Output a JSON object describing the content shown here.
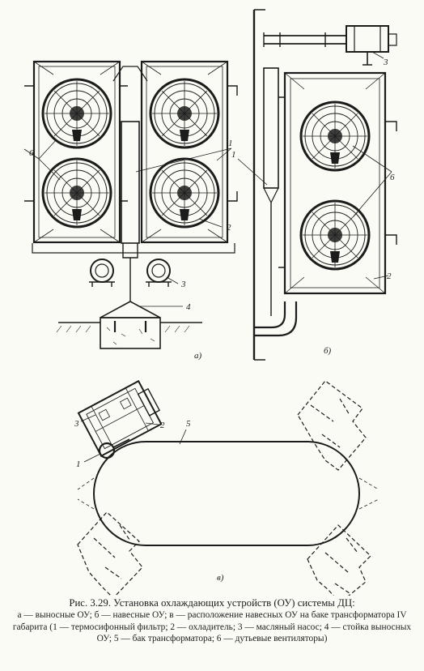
{
  "figure": {
    "panels": {
      "a": {
        "marker": "а)",
        "labels": [
          "6",
          "1",
          "2",
          "3",
          "4"
        ]
      },
      "b": {
        "marker": "б)",
        "labels": [
          "3",
          "1",
          "6",
          "2"
        ]
      },
      "c": {
        "marker": "в)",
        "labels": [
          "3",
          "2",
          "5",
          "1"
        ]
      }
    }
  },
  "caption": {
    "title": "Рис. 3.29. Установка охлаждающих устройств (ОУ) системы ДЦ:",
    "body": "а — выносные ОУ; б — навесные ОУ; в — расположение навесных ОУ на баке трансформатора IV габарита (1 — термосифонный фильтр; 2 — охладитель; 3 — масляный насос; 4 — стойка выносных ОУ; 5 — бак трансформатора; 6 — дутьевые вентиляторы)"
  },
  "colors": {
    "ink": "#1c1c1c",
    "paper": "#fbfbf6"
  }
}
